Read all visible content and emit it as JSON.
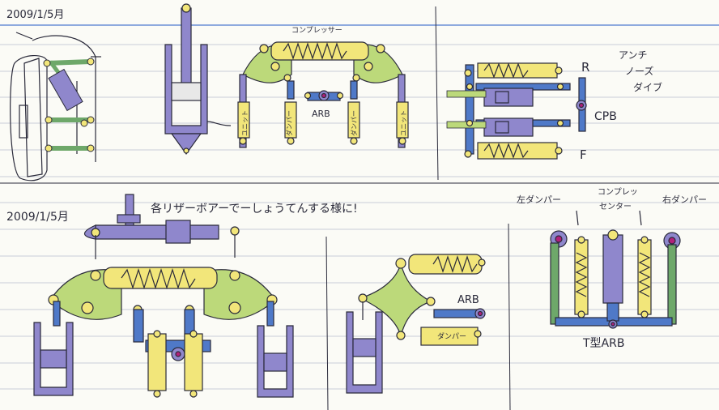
{
  "top": {
    "date": "2009/1/5月",
    "spring_label": "コンプレッサー",
    "arb_label": "ARB",
    "damper_left_label": "ダンパー",
    "damper_right_label": "ダンパー",
    "uni_left_label": "ユニット",
    "uni_right_label": "ユニット",
    "note_line1": "アンチ",
    "note_line2": "ノーズ",
    "note_line3": "ダイブ",
    "r_label": "R",
    "cpb_label": "CPB",
    "f_label": "F"
  },
  "bottom": {
    "date": "2009/1/5月",
    "caption": "各リザーボアーでーしょうてんする様に!",
    "arb_label": "ARB",
    "damper_label": "ダンパー",
    "left_damper": "左ダンパー",
    "center_label_line1": "コンプレッ",
    "center_label_line2": "センター",
    "right_damper": "右ダンパー",
    "t_arb": "T型ARB"
  },
  "colors": {
    "paper": "#fbfbf6",
    "rule": "#c9ccd8",
    "blue_margin": "#6b8fd6",
    "green": "#bcd97a",
    "yellow": "#f2e67a",
    "purple": "#8f87cc",
    "blue": "#4f79c8",
    "ink": "#2a2a3a",
    "magenta": "#b2207a",
    "limb": "#6ea86a"
  }
}
